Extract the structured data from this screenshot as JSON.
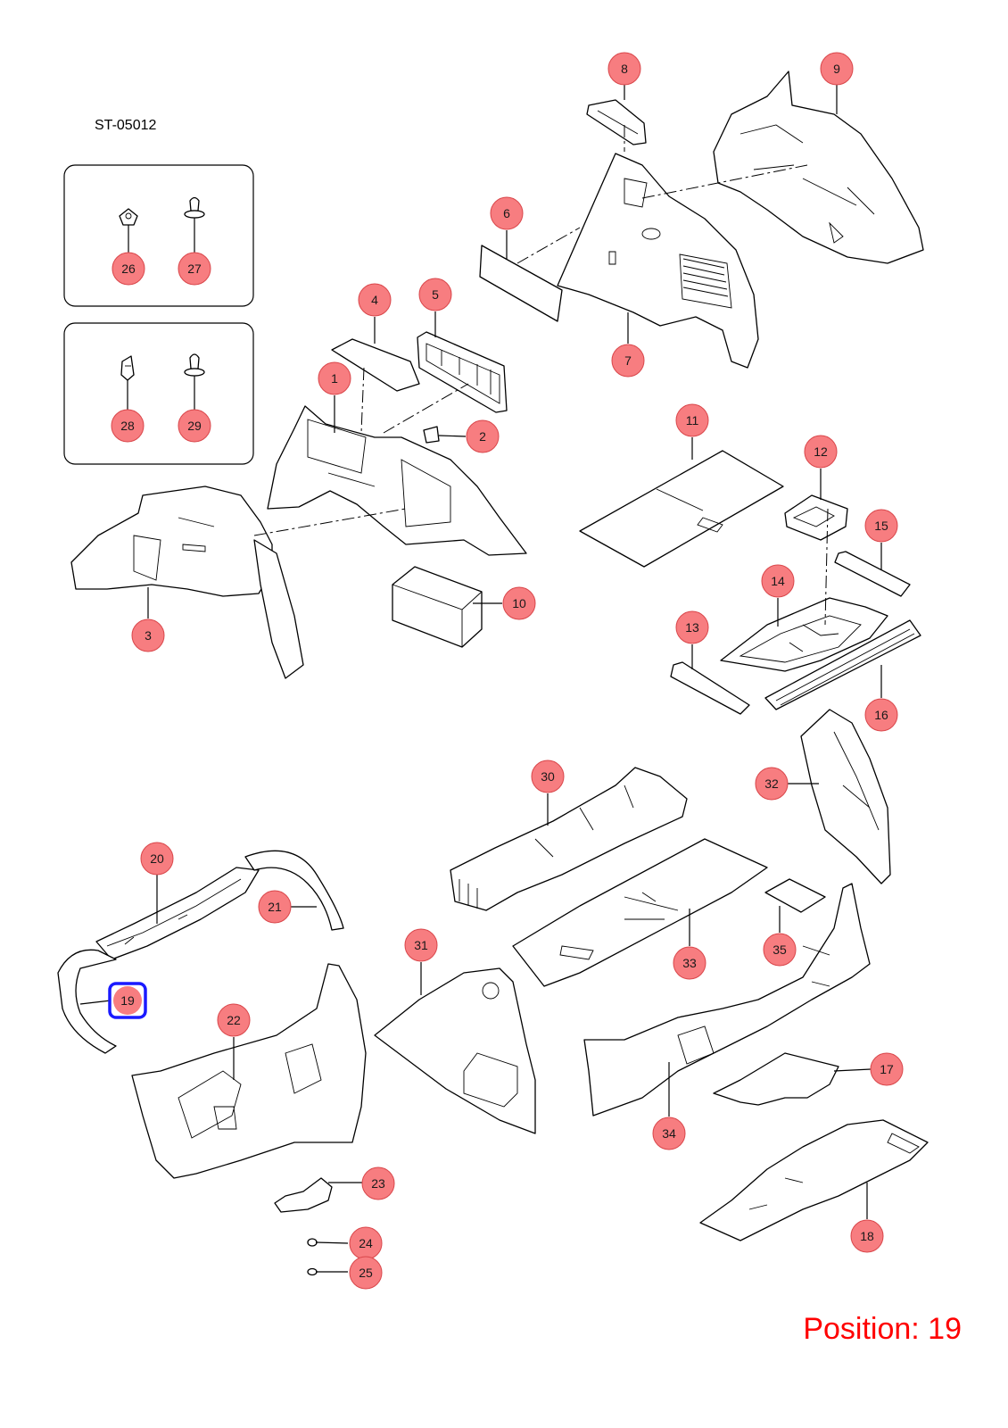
{
  "diagram_code": "ST-05012",
  "position_label": "Position: 19",
  "selected_callout": "19",
  "callouts": {
    "c1": "1",
    "c2": "2",
    "c3": "3",
    "c4": "4",
    "c5": "5",
    "c6": "6",
    "c7": "7",
    "c8": "8",
    "c9": "9",
    "c10": "10",
    "c11": "11",
    "c12": "12",
    "c13": "13",
    "c14": "14",
    "c15": "15",
    "c16": "16",
    "c17": "17",
    "c18": "18",
    "c19": "19",
    "c20": "20",
    "c21": "21",
    "c22": "22",
    "c23": "23",
    "c24": "24",
    "c25": "25",
    "c26": "26",
    "c27": "27",
    "c28": "28",
    "c29": "29",
    "c30": "30",
    "c31": "31",
    "c32": "32",
    "c33": "33",
    "c34": "34",
    "c35": "35"
  },
  "colors": {
    "callout_fill": "#f77d80",
    "selection_frame": "#1a1aff",
    "position_text": "#ff0000"
  }
}
